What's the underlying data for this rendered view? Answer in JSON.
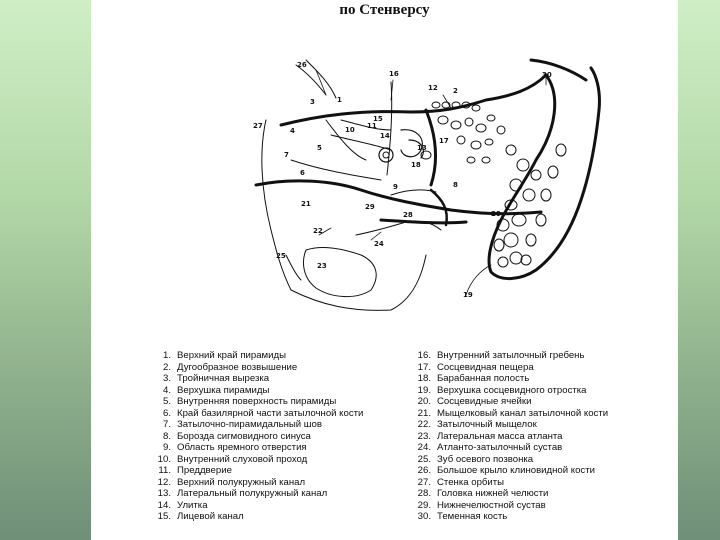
{
  "title": "по Стенверсу",
  "labels": {
    "l1": "1",
    "l2": "2",
    "l3": "3",
    "l4": "4",
    "l5": "5",
    "l6": "6",
    "l7": "7",
    "l8": "8",
    "l9": "9",
    "l10": "10",
    "l11": "11",
    "l12": "12",
    "l13": "13",
    "l14": "14",
    "l15": "15",
    "l16": "16",
    "l17": "17",
    "l18": "18",
    "l19": "19",
    "l20": "20",
    "l21": "21",
    "l22": "22",
    "l23": "23",
    "l24": "24",
    "l25": "25",
    "l26": "26",
    "l27": "27",
    "l28": "28",
    "l29": "29",
    "l30": "30"
  },
  "legend_left": [
    {
      "num": "1.",
      "text": "Верхний край пирамиды"
    },
    {
      "num": "2.",
      "text": "Дугообразное возвышение"
    },
    {
      "num": "3.",
      "text": "Тройничная вырезка"
    },
    {
      "num": "4.",
      "text": "Верхушка пирамиды"
    },
    {
      "num": "5.",
      "text": "Внутренняя поверхность пирамиды"
    },
    {
      "num": "6.",
      "text": "Край базилярной части затылочной кости"
    },
    {
      "num": "7.",
      "text": "Затылочно-пирамидальный шов"
    },
    {
      "num": "8.",
      "text": "Бороздa сигмовидного синуса"
    },
    {
      "num": "9.",
      "text": "Область яремного отверстия"
    },
    {
      "num": "10.",
      "text": "Внутренний слуховой проход"
    },
    {
      "num": "11.",
      "text": "Преддверие"
    },
    {
      "num": "12.",
      "text": "Верхний полукружный канал"
    },
    {
      "num": "13.",
      "text": "Латеральный полукружный канал"
    },
    {
      "num": "14.",
      "text": "Улитка"
    },
    {
      "num": "15.",
      "text": "Лицевой канал"
    }
  ],
  "legend_right": [
    {
      "num": "16.",
      "text": "Внутренний затылочный гребень"
    },
    {
      "num": "17.",
      "text": "Сосцевидная пещера"
    },
    {
      "num": "18.",
      "text": "Барабанная полость"
    },
    {
      "num": "19.",
      "text": "Верхушка сосцевидного отростка"
    },
    {
      "num": "20.",
      "text": "Сосцевидные ячейки"
    },
    {
      "num": "21.",
      "text": "Мыщелковый канал затылочной кости"
    },
    {
      "num": "22.",
      "text": "Затылочный мыщелок"
    },
    {
      "num": "23.",
      "text": "Латеральная масса атланта"
    },
    {
      "num": "24.",
      "text": "Атланто-затылочный сустав"
    },
    {
      "num": "25.",
      "text": "Зуб осевого позвонка"
    },
    {
      "num": "26.",
      "text": "Большое крыло клиновидной кости"
    },
    {
      "num": "27.",
      "text": "Стенка орбиты"
    },
    {
      "num": "28.",
      "text": "Головка нижней челюсти"
    },
    {
      "num": "29.",
      "text": "Нижнечелюстной сустав"
    },
    {
      "num": "30.",
      "text": "Теменная кость"
    }
  ]
}
